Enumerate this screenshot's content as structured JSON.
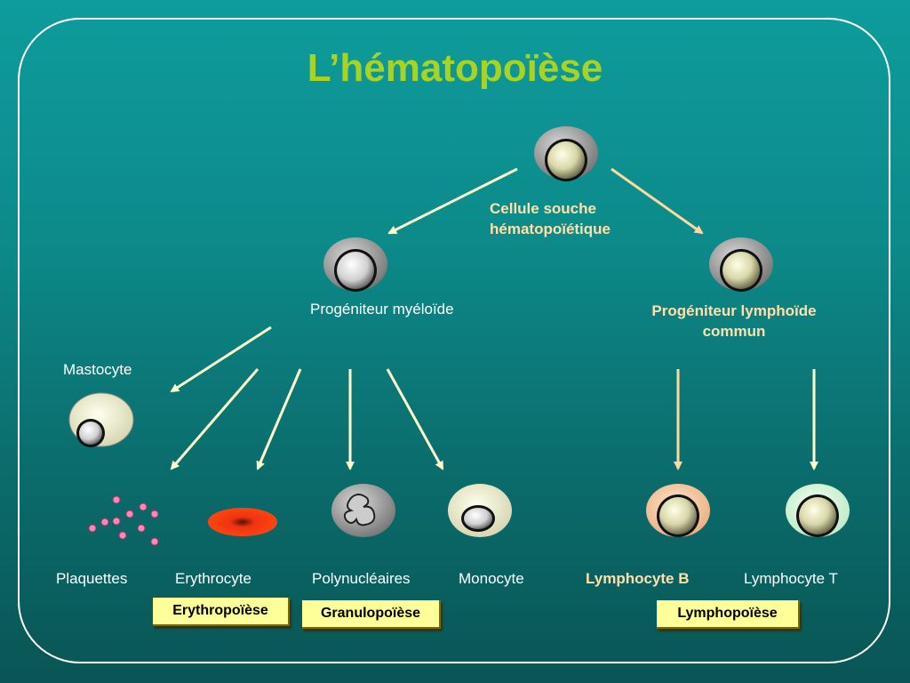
{
  "title": "L’hématopoïèse",
  "nodes": {
    "stem_cell": "Cellule souche\nhématopoïétique",
    "myeloid": "Progéniteur myéloïde",
    "lymphoid": "Progéniteur lymphoïde\ncommun",
    "mastocyte": "Mastocyte",
    "plaquettes": "Plaquettes",
    "erythrocyte": "Erythrocyte",
    "polynucleaires": "Polynucléaires",
    "monocyte": "Monocyte",
    "lymphocyte_b": "Lymphocyte B",
    "lymphocyte_t": "Lymphocyte T"
  },
  "processes": {
    "erythropoiese": "Erythropoïèse",
    "granulopoiese": "Granulopoïèse",
    "lymphopoiese": "Lymphopoïèse"
  },
  "colors": {
    "title": "#a8d321",
    "highlight_text": "#ffe0a8",
    "arrow_light": "#ffffcc",
    "arrow_peach": "#ffd8a0",
    "process_box": "#ffff99"
  }
}
